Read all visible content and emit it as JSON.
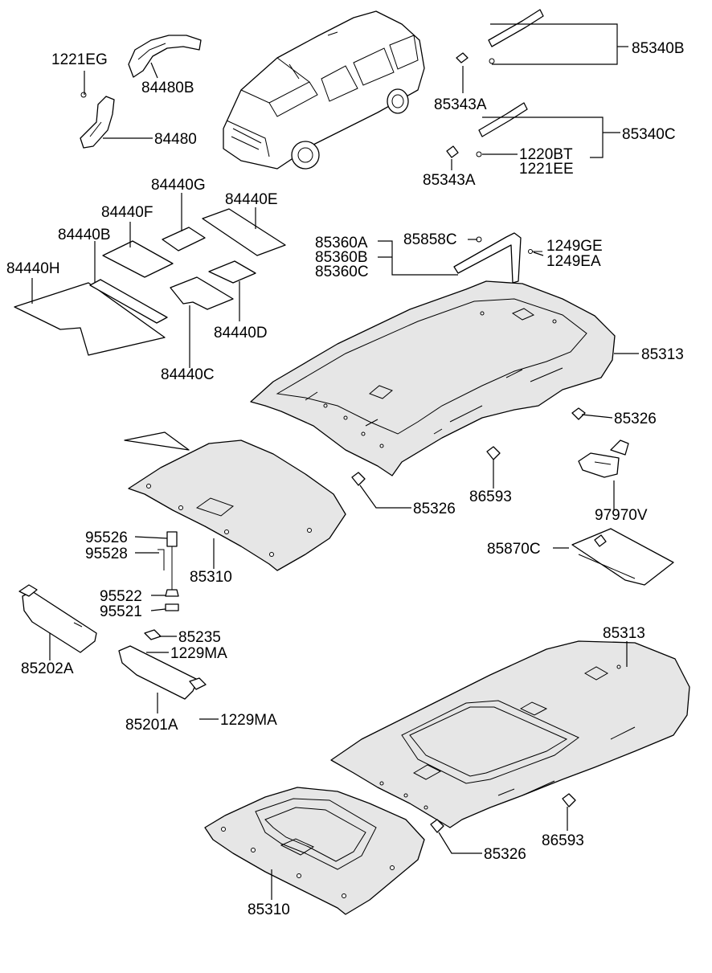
{
  "labels": {
    "l1221eg": "1221EG",
    "l84480b": "84480B",
    "l84480": "84480",
    "l85340b": "85340B",
    "l85343a_top": "85343A",
    "l85340c": "85340C",
    "l1220bt": "1220BT",
    "l1221ee": "1221EE",
    "l85343a_bot": "85343A",
    "l84440g": "84440G",
    "l84440e": "84440E",
    "l84440f": "84440F",
    "l84440b": "84440B",
    "l84440h": "84440H",
    "l84440d": "84440D",
    "l84440c": "84440C",
    "l85360a": "85360A",
    "l85360b": "85360B",
    "l85360c": "85360C",
    "l85858c": "85858C",
    "l1249ge": "1249GE",
    "l1249ea": "1249EA",
    "l85313_top": "85313",
    "l85326_right": "85326",
    "l86593_mid": "86593",
    "l85326_mid": "85326",
    "l97970v": "97970V",
    "l85870c": "85870C",
    "l95526": "95526",
    "l95528": "95528",
    "l85310_top": "85310",
    "l95522": "95522",
    "l95521": "95521",
    "l85202a": "85202A",
    "l85235": "85235",
    "l1229ma_top": "1229MA",
    "l85201a": "85201A",
    "l1229ma_bot": "1229MA",
    "l85313_bot": "85313",
    "l86593_bot": "86593",
    "l85326_bot": "85326",
    "l85310_bot": "85310"
  }
}
